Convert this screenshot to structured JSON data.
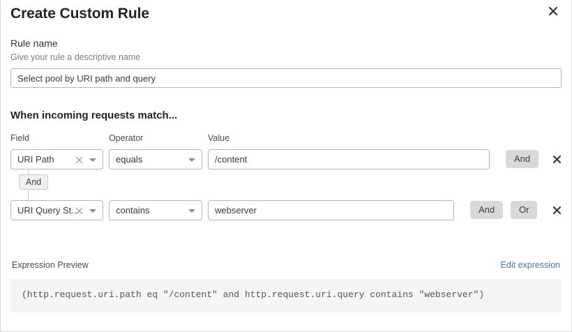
{
  "dialog": {
    "title": "Create Custom Rule",
    "close_icon": "close-icon"
  },
  "rule_name": {
    "label": "Rule name",
    "help": "Give your rule a descriptive name",
    "value": "Select pool by URI path and query",
    "placeholder": ""
  },
  "match": {
    "heading": "When incoming requests match...",
    "columns": {
      "field": "Field",
      "operator": "Operator",
      "value": "Value"
    },
    "group_logic_badge": "And",
    "rows": [
      {
        "field": "URI Path",
        "operator": "equals",
        "value": "/content",
        "value_placeholder": "",
        "buttons": [
          "And"
        ],
        "delete_icon": "close-icon"
      },
      {
        "field": "URI Query St...",
        "operator": "contains",
        "value": "webserver",
        "value_placeholder": "",
        "buttons": [
          "And",
          "Or"
        ],
        "delete_icon": "close-icon"
      }
    ]
  },
  "expression": {
    "title": "Expression Preview",
    "edit_link": "Edit expression",
    "code": "(http.request.uri.path eq \"/content\" and http.request.uri.query contains \"webserver\")"
  },
  "colors": {
    "link": "#3a7ca8",
    "logic_button_bg": "#d9d9d9",
    "badge_bg": "#f0f0f0",
    "code_bg": "#f5f5f5",
    "border": "#b5b5b5"
  }
}
